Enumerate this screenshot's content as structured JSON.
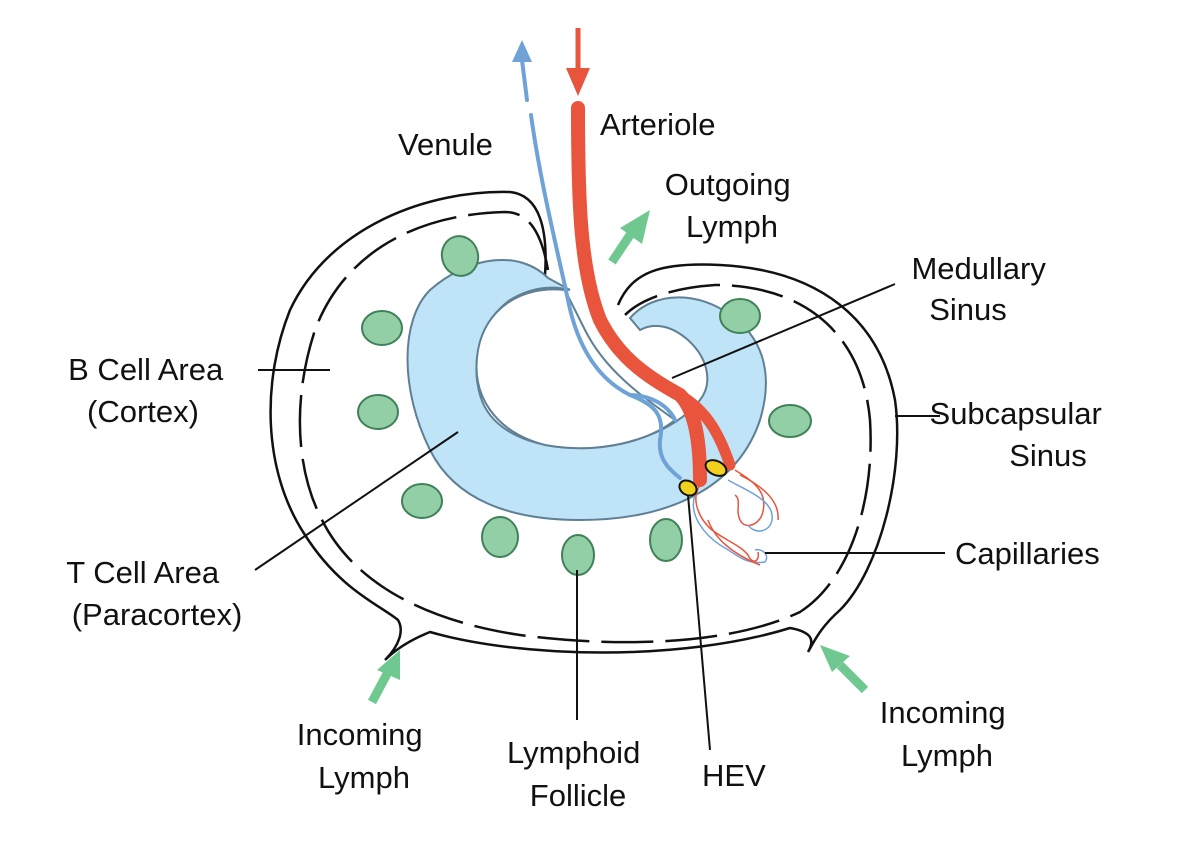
{
  "labels": {
    "venule": "Venule",
    "arteriole": "Arteriole",
    "outgoing_lymph": [
      "Outgoing",
      "Lymph"
    ],
    "medullary_sinus": [
      "Medullary",
      "Sinus"
    ],
    "b_cell_area": [
      "B Cell Area",
      "(Cortex)"
    ],
    "subcapsular_sinus": [
      "Subcapsular",
      "Sinus"
    ],
    "t_cell_area": [
      "T Cell Area",
      "(Paracortex)"
    ],
    "capillaries": "Capillaries",
    "incoming_lymph_left": [
      "Incoming",
      "Lymph"
    ],
    "lymphoid_follicle": [
      "Lymphoid",
      "Follicle"
    ],
    "hev": "HEV",
    "incoming_lymph_right": [
      "Incoming",
      "Lymph"
    ]
  },
  "colors": {
    "capsule": "#111111",
    "paracortex": "#bfe3f7",
    "paracortex_edge": "#5f7f95",
    "follicle": "#93cfa6",
    "follicle_edge": "#3f8158",
    "venule": "#6fa3d8",
    "arteriole": "#e8553c",
    "lymph_arrow": "#6fc88f",
    "hev": "#f0d21e"
  }
}
